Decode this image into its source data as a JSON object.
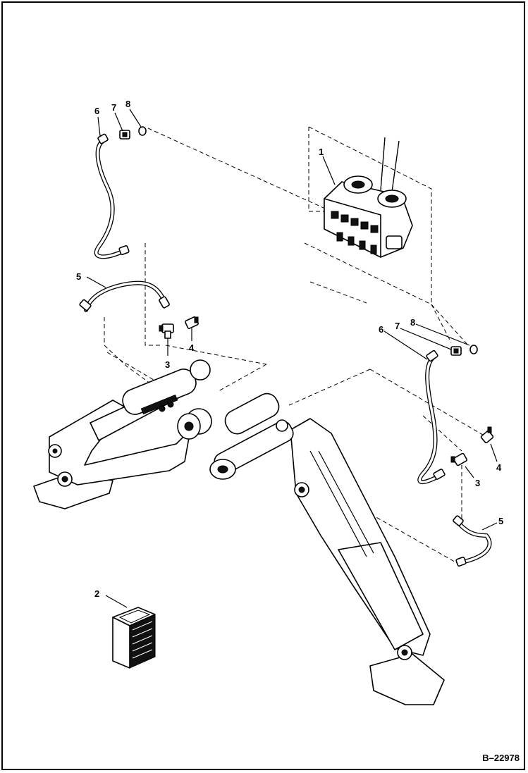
{
  "callouts": {
    "c1": "1",
    "c2": "2",
    "c3a": "3",
    "c3b": "3",
    "c4a": "4",
    "c4b": "4",
    "c5a": "5",
    "c5b": "5",
    "c6a": "6",
    "c6b": "6",
    "c7a": "7",
    "c7b": "7",
    "c8a": "8",
    "c8b": "8"
  },
  "drawing_ref": "B–22978"
}
